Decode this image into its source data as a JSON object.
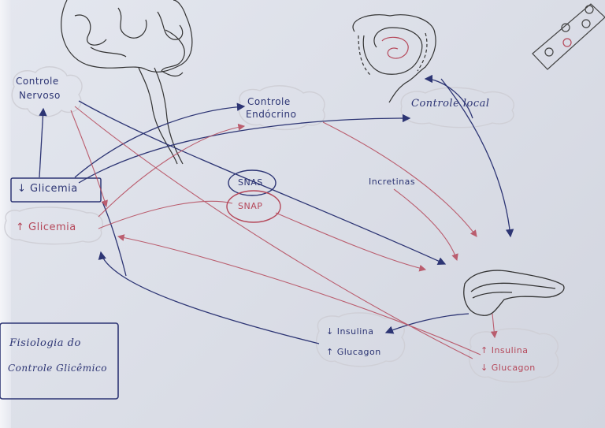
{
  "diagram": {
    "title_line1": "Fisiologia do",
    "title_line2": "Controle Glicêmico",
    "nodes": {
      "controle_nervoso_1": "Controle",
      "controle_nervoso_2": "Nervoso",
      "controle_endocrino_1": "Controle",
      "controle_endocrino_2": "Endócrino",
      "controle_local": "Controle local",
      "glicemia_baixa": "↓ Glicemia",
      "glicemia_alta": "↑ Glicemia",
      "snas": "SNAS",
      "snap": "SNAP",
      "incretinas": "Incretinas",
      "insulina_down": "↓ Insulina",
      "glucagon_up": "↑ Glucagon",
      "insulina_up": "↑ Insulina",
      "glucagon_down": "↓ Glucagon"
    },
    "colors": {
      "blue_ink": "#2d3574",
      "red_ink": "#b5485a",
      "pencil": "#333333"
    },
    "drawings": [
      "brain-sketch",
      "intestine-sketch",
      "pancreas-sketch",
      "pill-pack-sketch"
    ]
  }
}
